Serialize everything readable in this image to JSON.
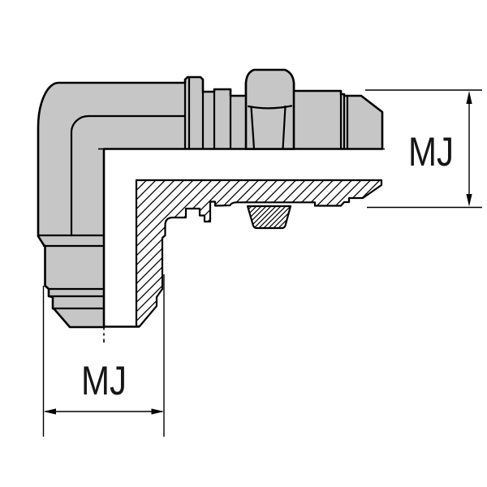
{
  "drawing": {
    "type": "technical-drawing",
    "subject": "90-degree bulkhead elbow fitting half-section",
    "dimension_right": {
      "label": "MJ"
    },
    "dimension_bottom": {
      "label": "MJ"
    }
  },
  "colors": {
    "background": "#ffffff",
    "body-fill": "#c6c6c6",
    "line": "#000000",
    "text": "#161616"
  }
}
